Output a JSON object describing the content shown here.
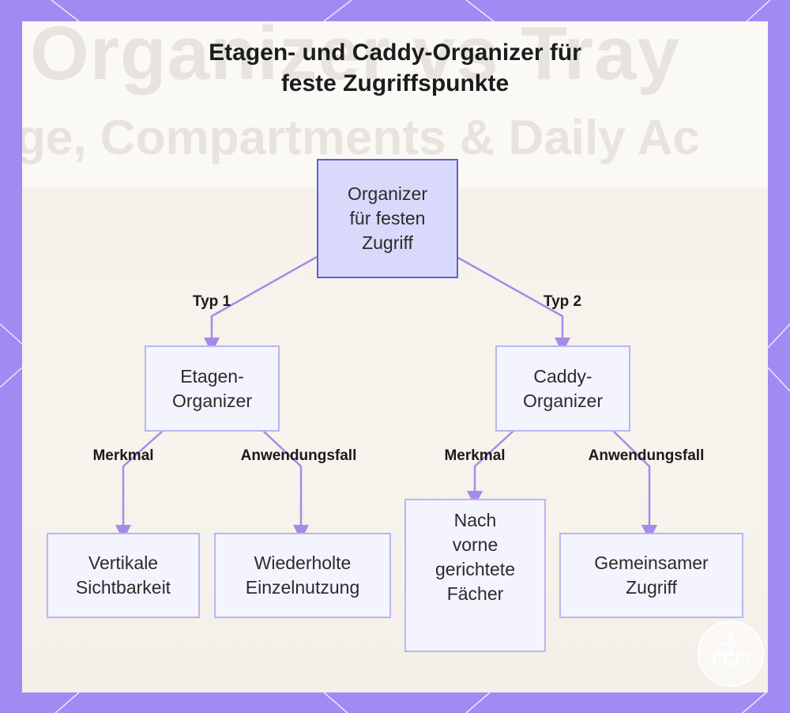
{
  "title": {
    "line1": "Etagen- und Caddy-Organizer für",
    "line2": "feste Zugriffspunkte"
  },
  "background_watermark": {
    "line1": "Organizer vs Tray",
    "line2": "ge, Compartments & Daily Ac"
  },
  "nodes": {
    "root": {
      "lines": [
        "Organizer",
        "für festen",
        "Zugriff"
      ]
    },
    "etagen": {
      "lines": [
        "Etagen-",
        "Organizer"
      ]
    },
    "caddy": {
      "lines": [
        "Caddy-",
        "Organizer"
      ]
    },
    "vertikale": {
      "lines": [
        "Vertikale",
        "Sichtbarkeit"
      ]
    },
    "wiederholte": {
      "lines": [
        "Wiederholte",
        "Einzelnutzung"
      ]
    },
    "nach_vorne": {
      "lines": [
        "Nach",
        "vorne",
        "gerichtete",
        "Fächer"
      ]
    },
    "gemeinsamer": {
      "lines": [
        "Gemeinsamer",
        "Zugriff"
      ]
    }
  },
  "edge_labels": {
    "typ1": "Typ 1",
    "typ2": "Typ 2",
    "etagen_merkmal": "Merkmal",
    "etagen_anwendung": "Anwendungsfall",
    "caddy_merkmal": "Merkmal",
    "caddy_anwendung": "Anwendungsfall"
  },
  "colors": {
    "frame": "#a18af2",
    "edge": "#a58be8",
    "root_fill": "#d9d9fb",
    "root_border": "#6060cf",
    "node_fill": "#f4f4fe",
    "node_border": "#b7b7ef"
  },
  "logo": {
    "icon": "cubes-logo-icon"
  }
}
